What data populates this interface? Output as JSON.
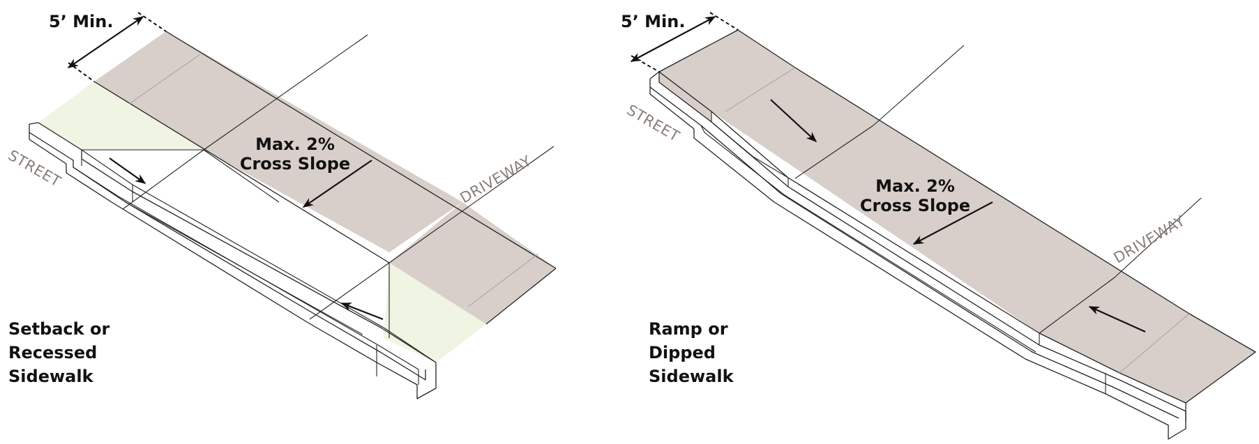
{
  "left_panel": {
    "dimension_label": "5’ Min.",
    "slope_label_line1": "Max. 2%",
    "slope_label_line2": "Cross Slope",
    "street_label": "STREET",
    "driveway_label": "DRIVEWAY",
    "caption_line1": "Setback or",
    "caption_line2": "Recessed",
    "caption_line3": "Sidewalk"
  },
  "right_panel": {
    "dimension_label": "5’ Min.",
    "slope_label_line1": "Max. 2%",
    "slope_label_line2": "Cross Slope",
    "street_label": "STREET",
    "driveway_label": "DRIVEWAY",
    "caption_line1": "Ramp or",
    "caption_line2": "Dipped",
    "caption_line3": "Sidewalk"
  },
  "colors": {
    "sidewalk_fill": "#d8cfca",
    "lawn_fill": "#eff4e3",
    "line": "#222222",
    "street_text": "#8a7e78"
  }
}
